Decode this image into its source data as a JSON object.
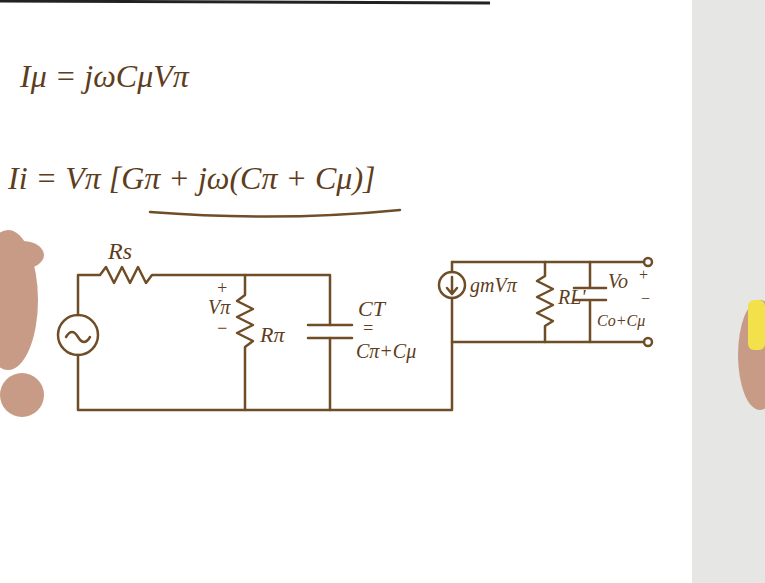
{
  "diagram": {
    "labels": [
      "Iμ = jωCμVπ",
      "Ii = Vπ [Gπ + jω(Cπ + Cμ)]",
      "Rs",
      "+",
      "Vπ",
      "−",
      "Rπ",
      "CT",
      "=",
      "Cπ+Cμ",
      "gmVπ",
      "RL'",
      "Vo",
      "+",
      "−",
      "Co+Cμ"
    ]
  }
}
